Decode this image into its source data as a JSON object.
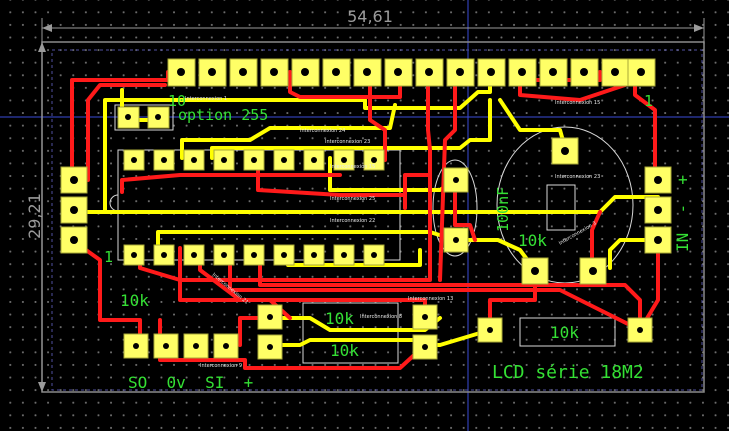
{
  "dimensions": {
    "width": "54,61",
    "height": "29,21"
  },
  "labels": {
    "pin10": "10",
    "option": "option 255",
    "pin1_left": "1",
    "pin1_right": "1",
    "cap": "100nF",
    "r_10k_a": "10k",
    "r_10k_b": "10k",
    "r_10k_c": "10k",
    "r_10k_d": "10k",
    "r_10k_e": "10k",
    "header_bottom": "SO  0v  SI  +",
    "title": "LCD série 18M2",
    "power_in": "IN  -  +"
  },
  "interconnections": {
    "i1": "Interconnexion 1",
    "i2": "Interconnexion 15",
    "i3": "Interconnexion 24",
    "i4": "Interconnexion 23",
    "i5": "Interconnexion 25",
    "i6": "Interconnexion 22",
    "i7": "Interconnexion 21",
    "i8": "Interconnexion 15",
    "i9": "Interconnexion 13",
    "i10": "Interconnexion 8",
    "i11": "Interconnexion 9",
    "i12": "Interconnexion 3",
    "i13": "Interconnexion 23"
  },
  "colors": {
    "top_copper": "#ff1a1a",
    "bottom_copper": "#ffff00",
    "pad": "#ffff66",
    "silkscreen": "#34e034",
    "outline": "#9b9b9b"
  }
}
